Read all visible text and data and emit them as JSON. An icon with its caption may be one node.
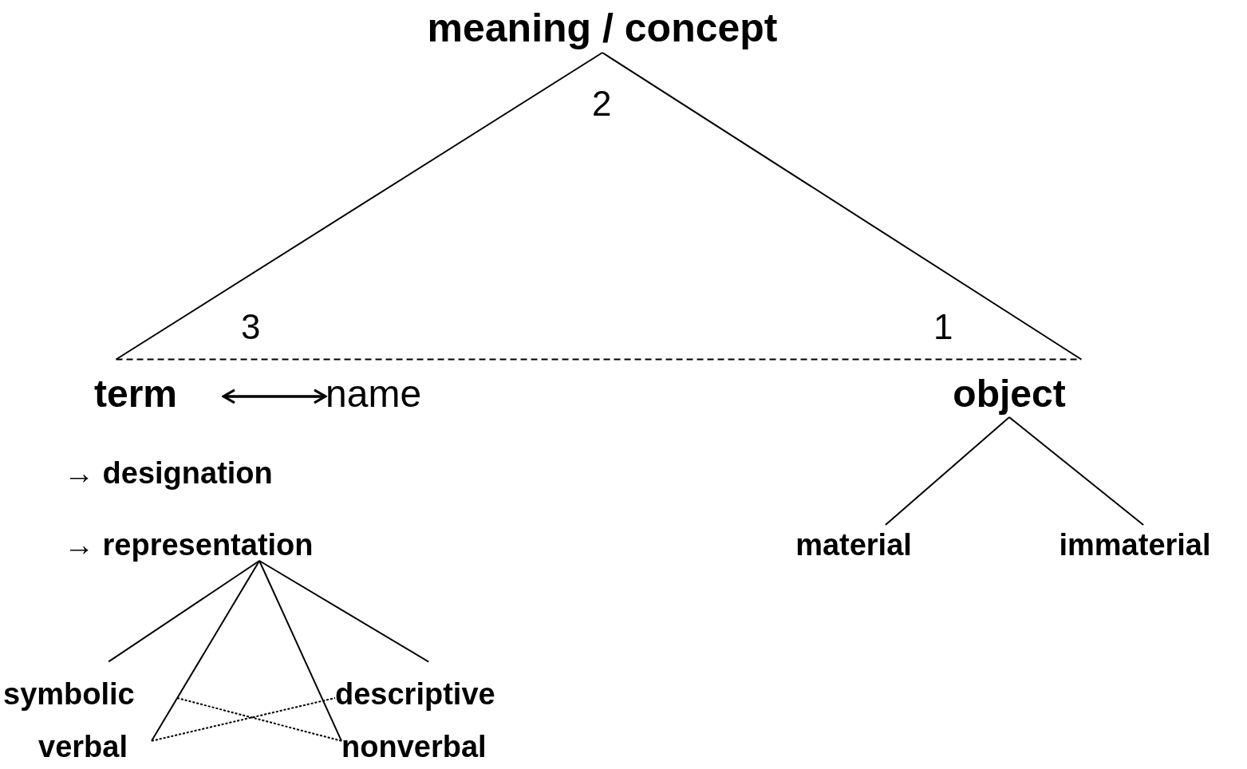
{
  "diagram": {
    "nodes": [
      {
        "text": [
          "meaning / concept"
        ]
      },
      {
        "text": [
          "term"
        ]
      },
      {
        "text": [
          "name"
        ]
      },
      {
        "text": [
          "object"
        ]
      },
      {
        "text": [
          "→ designation"
        ]
      },
      {
        "text": [
          "→ representation"
        ]
      },
      {
        "text": [
          "material"
        ]
      },
      {
        "text": [
          "immaterial"
        ]
      },
      {
        "text": [
          "symbolic"
        ]
      },
      {
        "text": [
          "verbal"
        ]
      },
      {
        "text": [
          "descriptive"
        ]
      },
      {
        "text": [
          "nonverbal"
        ]
      }
    ],
    "edges": [
      {
        "from": 0,
        "to": 1,
        "arrow": "none"
      },
      {
        "from": 0,
        "to": 3,
        "arrow": "none"
      },
      {
        "from": 1,
        "to": 3,
        "arrow": "none",
        "style": "dashed"
      },
      {
        "from": 1,
        "to": 2,
        "arrow": "both"
      },
      {
        "from": 3,
        "to": 6,
        "arrow": "none"
      },
      {
        "from": 3,
        "to": 7,
        "arrow": "none"
      },
      {
        "from": 5,
        "to": 8,
        "arrow": "none"
      },
      {
        "from": 5,
        "to": 9,
        "arrow": "none"
      },
      {
        "from": 5,
        "to": 10,
        "arrow": "none"
      },
      {
        "from": 5,
        "to": 11,
        "arrow": "none"
      },
      {
        "from": 8,
        "to": 11,
        "arrow": "none",
        "style": "dashed"
      },
      {
        "from": 9,
        "to": 10,
        "arrow": "none",
        "style": "dashed"
      }
    ],
    "labels": [
      "2",
      "3",
      "1"
    ]
  }
}
